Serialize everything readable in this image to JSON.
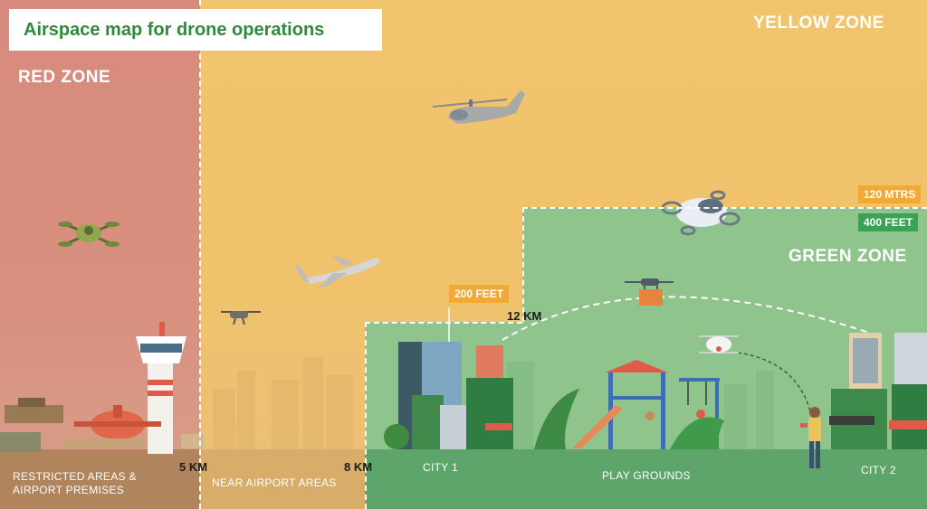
{
  "title": "Airspace map for drone operations",
  "zones": {
    "red": "RED ZONE",
    "yellow": "YELLOW ZONE",
    "green": "GREEN ZONE"
  },
  "altitude_tags": {
    "meters": "120 MTRS",
    "feet_400": "400 FEET",
    "feet_200": "200 FEET"
  },
  "distances": {
    "km5": "5 KM",
    "km8": "8 KM",
    "km12": "12 KM"
  },
  "ground_labels": {
    "restricted_line1": "RESTRICTED AREAS &",
    "restricted_line2": "AIRPORT PREMISES",
    "near_airport": "NEAR AIRPORT AREAS",
    "city1": "CITY 1",
    "play_grounds": "PLAY GROUNDS",
    "city2": "CITY 2"
  },
  "colors": {
    "red_zone": "#d88a7d",
    "yellow_zone": "#f1c46e",
    "green_zone": "#8fc58d",
    "title_text": "#2f8a3a",
    "tag_orange": "#f3a935",
    "tag_green": "#3aa353"
  }
}
